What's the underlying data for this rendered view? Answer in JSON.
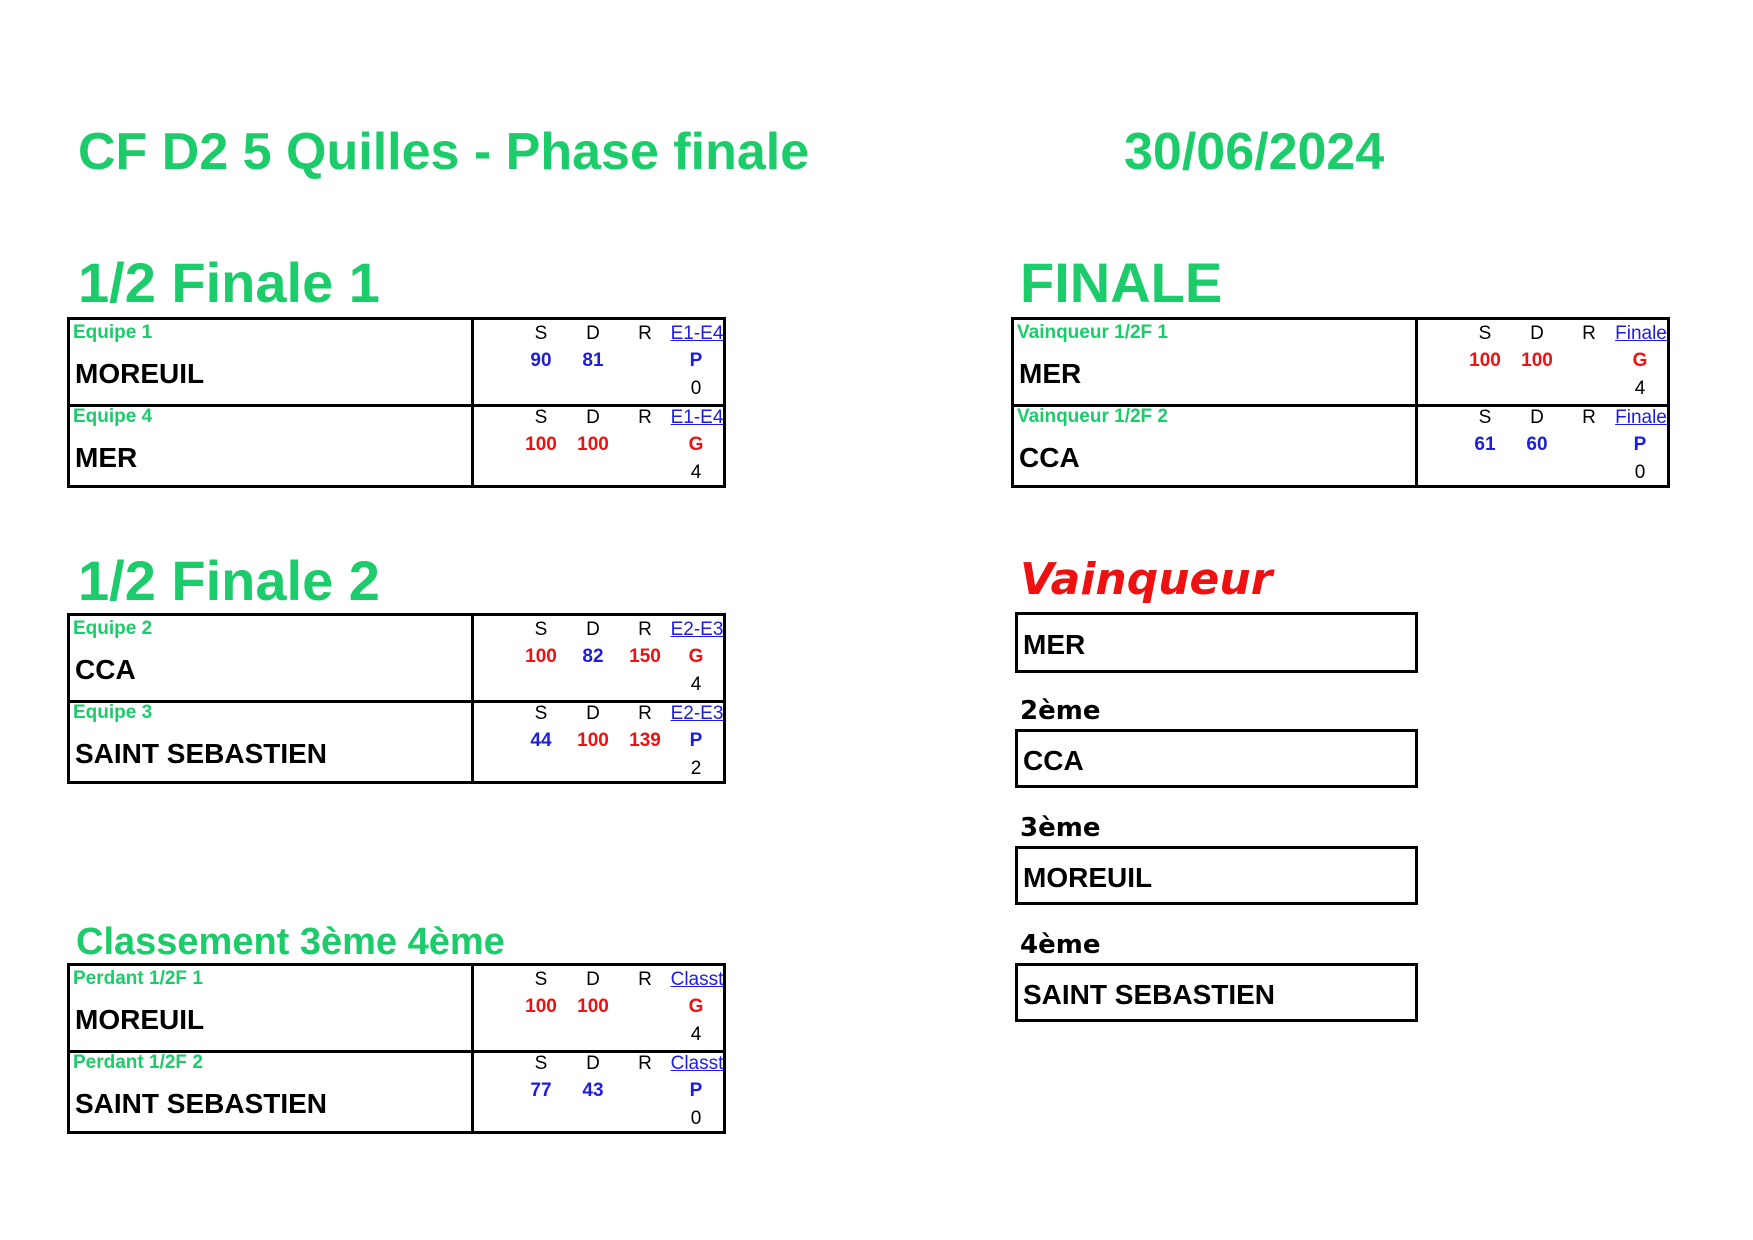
{
  "header": {
    "title": "CF D2 5 Quilles - Phase finale",
    "date": "30/06/2024"
  },
  "columns": {
    "s": "S",
    "d": "D",
    "r": "R"
  },
  "semi1": {
    "title": "1/2 Finale 1",
    "code": "E1-E4",
    "rows": [
      {
        "label": "Equipe 1",
        "team": "MOREUIL",
        "s": "90",
        "d": "81",
        "r": "",
        "result": "P",
        "points": "0"
      },
      {
        "label": "Equipe 4",
        "team": "MER",
        "s": "100",
        "d": "100",
        "r": "",
        "result": "G",
        "points": "4"
      }
    ]
  },
  "semi2": {
    "title": "1/2 Finale 2",
    "code": "E2-E3",
    "rows": [
      {
        "label": "Equipe 2",
        "team": "CCA",
        "s": "100",
        "d": "82",
        "r": "150",
        "result": "G",
        "points": "4"
      },
      {
        "label": "Equipe 3",
        "team": "SAINT SEBASTIEN",
        "s": "44",
        "d": "100",
        "r": "139",
        "result": "P",
        "points": "2"
      }
    ]
  },
  "third": {
    "title": "Classement 3ème  4ème",
    "code": "Classt",
    "rows": [
      {
        "label": "Perdant 1/2F 1",
        "team": "MOREUIL",
        "s": "100",
        "d": "100",
        "r": "",
        "result": "G",
        "points": "4"
      },
      {
        "label": "Perdant 1/2F 2",
        "team": "SAINT SEBASTIEN",
        "s": "77",
        "d": "43",
        "r": "",
        "result": "P",
        "points": "0"
      }
    ]
  },
  "final": {
    "title": "FINALE",
    "code": "Finale",
    "rows": [
      {
        "label": "Vainqueur 1/2F 1",
        "team": "MER",
        "s": "100",
        "d": "100",
        "r": "",
        "result": "G",
        "points": "4"
      },
      {
        "label": "Vainqueur 1/2F 2",
        "team": "CCA",
        "s": "61",
        "d": "60",
        "r": "",
        "result": "P",
        "points": "0"
      }
    ]
  },
  "ranking": {
    "winner_title": "Vainqueur",
    "winner": "MER",
    "second_label": "2ème",
    "second": "CCA",
    "third_label": "3ème",
    "third": "MOREUIL",
    "fourth_label": "4ème",
    "fourth": "SAINT SEBASTIEN"
  },
  "colors": {
    "green": "#1ccc6a",
    "blue": "#1d1ddd",
    "red": "#ee1111"
  }
}
